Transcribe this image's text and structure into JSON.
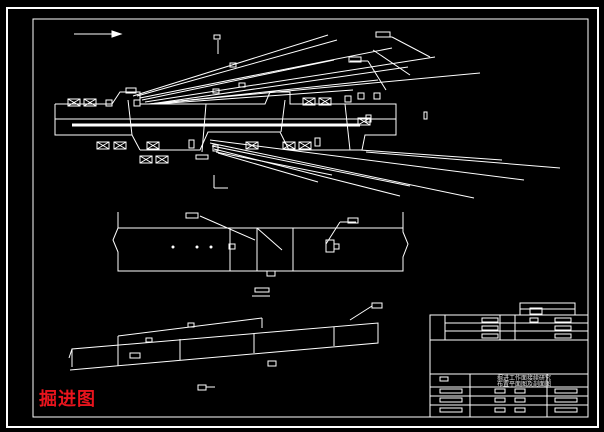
{
  "drawing": {
    "title_line1": "掘进工作面接续研究",
    "title_line2": "布置平面图及剖面图"
  },
  "watermark": {
    "text": "掘进图",
    "color": "#e8141d"
  },
  "colors": {
    "background": "#000000",
    "line": "#ffffff"
  }
}
